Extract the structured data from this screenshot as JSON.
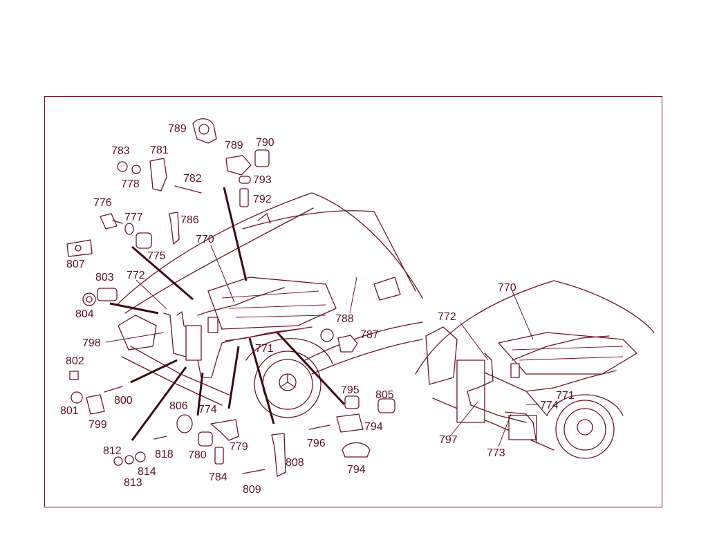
{
  "colors": {
    "ink": "#6a1423",
    "label": "#5a0f1c",
    "frame": "#6a1423",
    "background": "#ffffff"
  },
  "parts": [
    {
      "id": "p789a",
      "label": "789"
    },
    {
      "id": "p783",
      "label": "783"
    },
    {
      "id": "p781",
      "label": "781"
    },
    {
      "id": "p778",
      "label": "778"
    },
    {
      "id": "p782",
      "label": "782"
    },
    {
      "id": "p789b",
      "label": "789"
    },
    {
      "id": "p790",
      "label": "790"
    },
    {
      "id": "p793",
      "label": "793"
    },
    {
      "id": "p792",
      "label": "792"
    },
    {
      "id": "p776",
      "label": "776"
    },
    {
      "id": "p777",
      "label": "777"
    },
    {
      "id": "p786",
      "label": "786"
    },
    {
      "id": "p770a",
      "label": "770"
    },
    {
      "id": "p775",
      "label": "775"
    },
    {
      "id": "p807",
      "label": "807"
    },
    {
      "id": "p803",
      "label": "803"
    },
    {
      "id": "p772a",
      "label": "772"
    },
    {
      "id": "p804",
      "label": "804"
    },
    {
      "id": "p788",
      "label": "788"
    },
    {
      "id": "p787",
      "label": "787"
    },
    {
      "id": "p798",
      "label": "798"
    },
    {
      "id": "p771a",
      "label": "771"
    },
    {
      "id": "p802",
      "label": "802"
    },
    {
      "id": "p795",
      "label": "795"
    },
    {
      "id": "p805",
      "label": "805"
    },
    {
      "id": "p800",
      "label": "800"
    },
    {
      "id": "p801",
      "label": "801"
    },
    {
      "id": "p806",
      "label": "806"
    },
    {
      "id": "p774a",
      "label": "774"
    },
    {
      "id": "p794a",
      "label": "794"
    },
    {
      "id": "p799",
      "label": "799"
    },
    {
      "id": "p779",
      "label": "779"
    },
    {
      "id": "p796",
      "label": "796"
    },
    {
      "id": "p812",
      "label": "812"
    },
    {
      "id": "p818",
      "label": "818"
    },
    {
      "id": "p780",
      "label": "780"
    },
    {
      "id": "p808",
      "label": "808"
    },
    {
      "id": "p814",
      "label": "814"
    },
    {
      "id": "p794b",
      "label": "794"
    },
    {
      "id": "p813",
      "label": "813"
    },
    {
      "id": "p784",
      "label": "784"
    },
    {
      "id": "p809",
      "label": "809"
    },
    {
      "id": "p770b",
      "label": "770"
    },
    {
      "id": "p772b",
      "label": "772"
    },
    {
      "id": "p774b",
      "label": "774"
    },
    {
      "id": "p771b",
      "label": "771"
    },
    {
      "id": "p797",
      "label": "797"
    },
    {
      "id": "p773",
      "label": "773"
    }
  ]
}
